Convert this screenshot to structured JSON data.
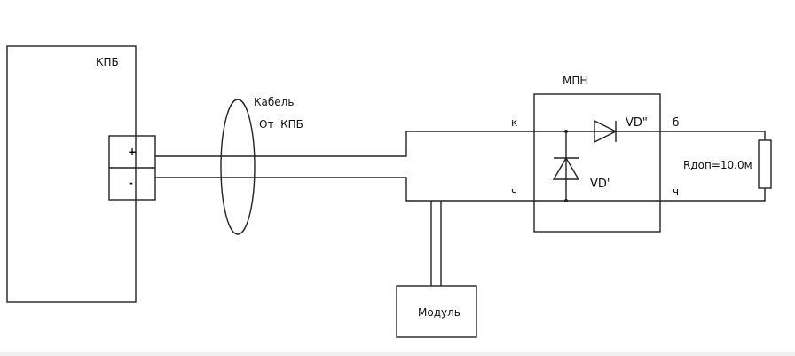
{
  "labels": {
    "kpb": "КПБ",
    "plus": "+",
    "minus": "-",
    "cable_line1": "Кабель",
    "cable_line2": "От  КПБ",
    "mpn": "МПН",
    "k": "к",
    "ch_left": "ч",
    "ch_right": "ч",
    "b": "б",
    "vd1": "VD\"",
    "vd2": "VD'",
    "resistor": "Rдоп=10.0м",
    "module": "Модуль"
  }
}
